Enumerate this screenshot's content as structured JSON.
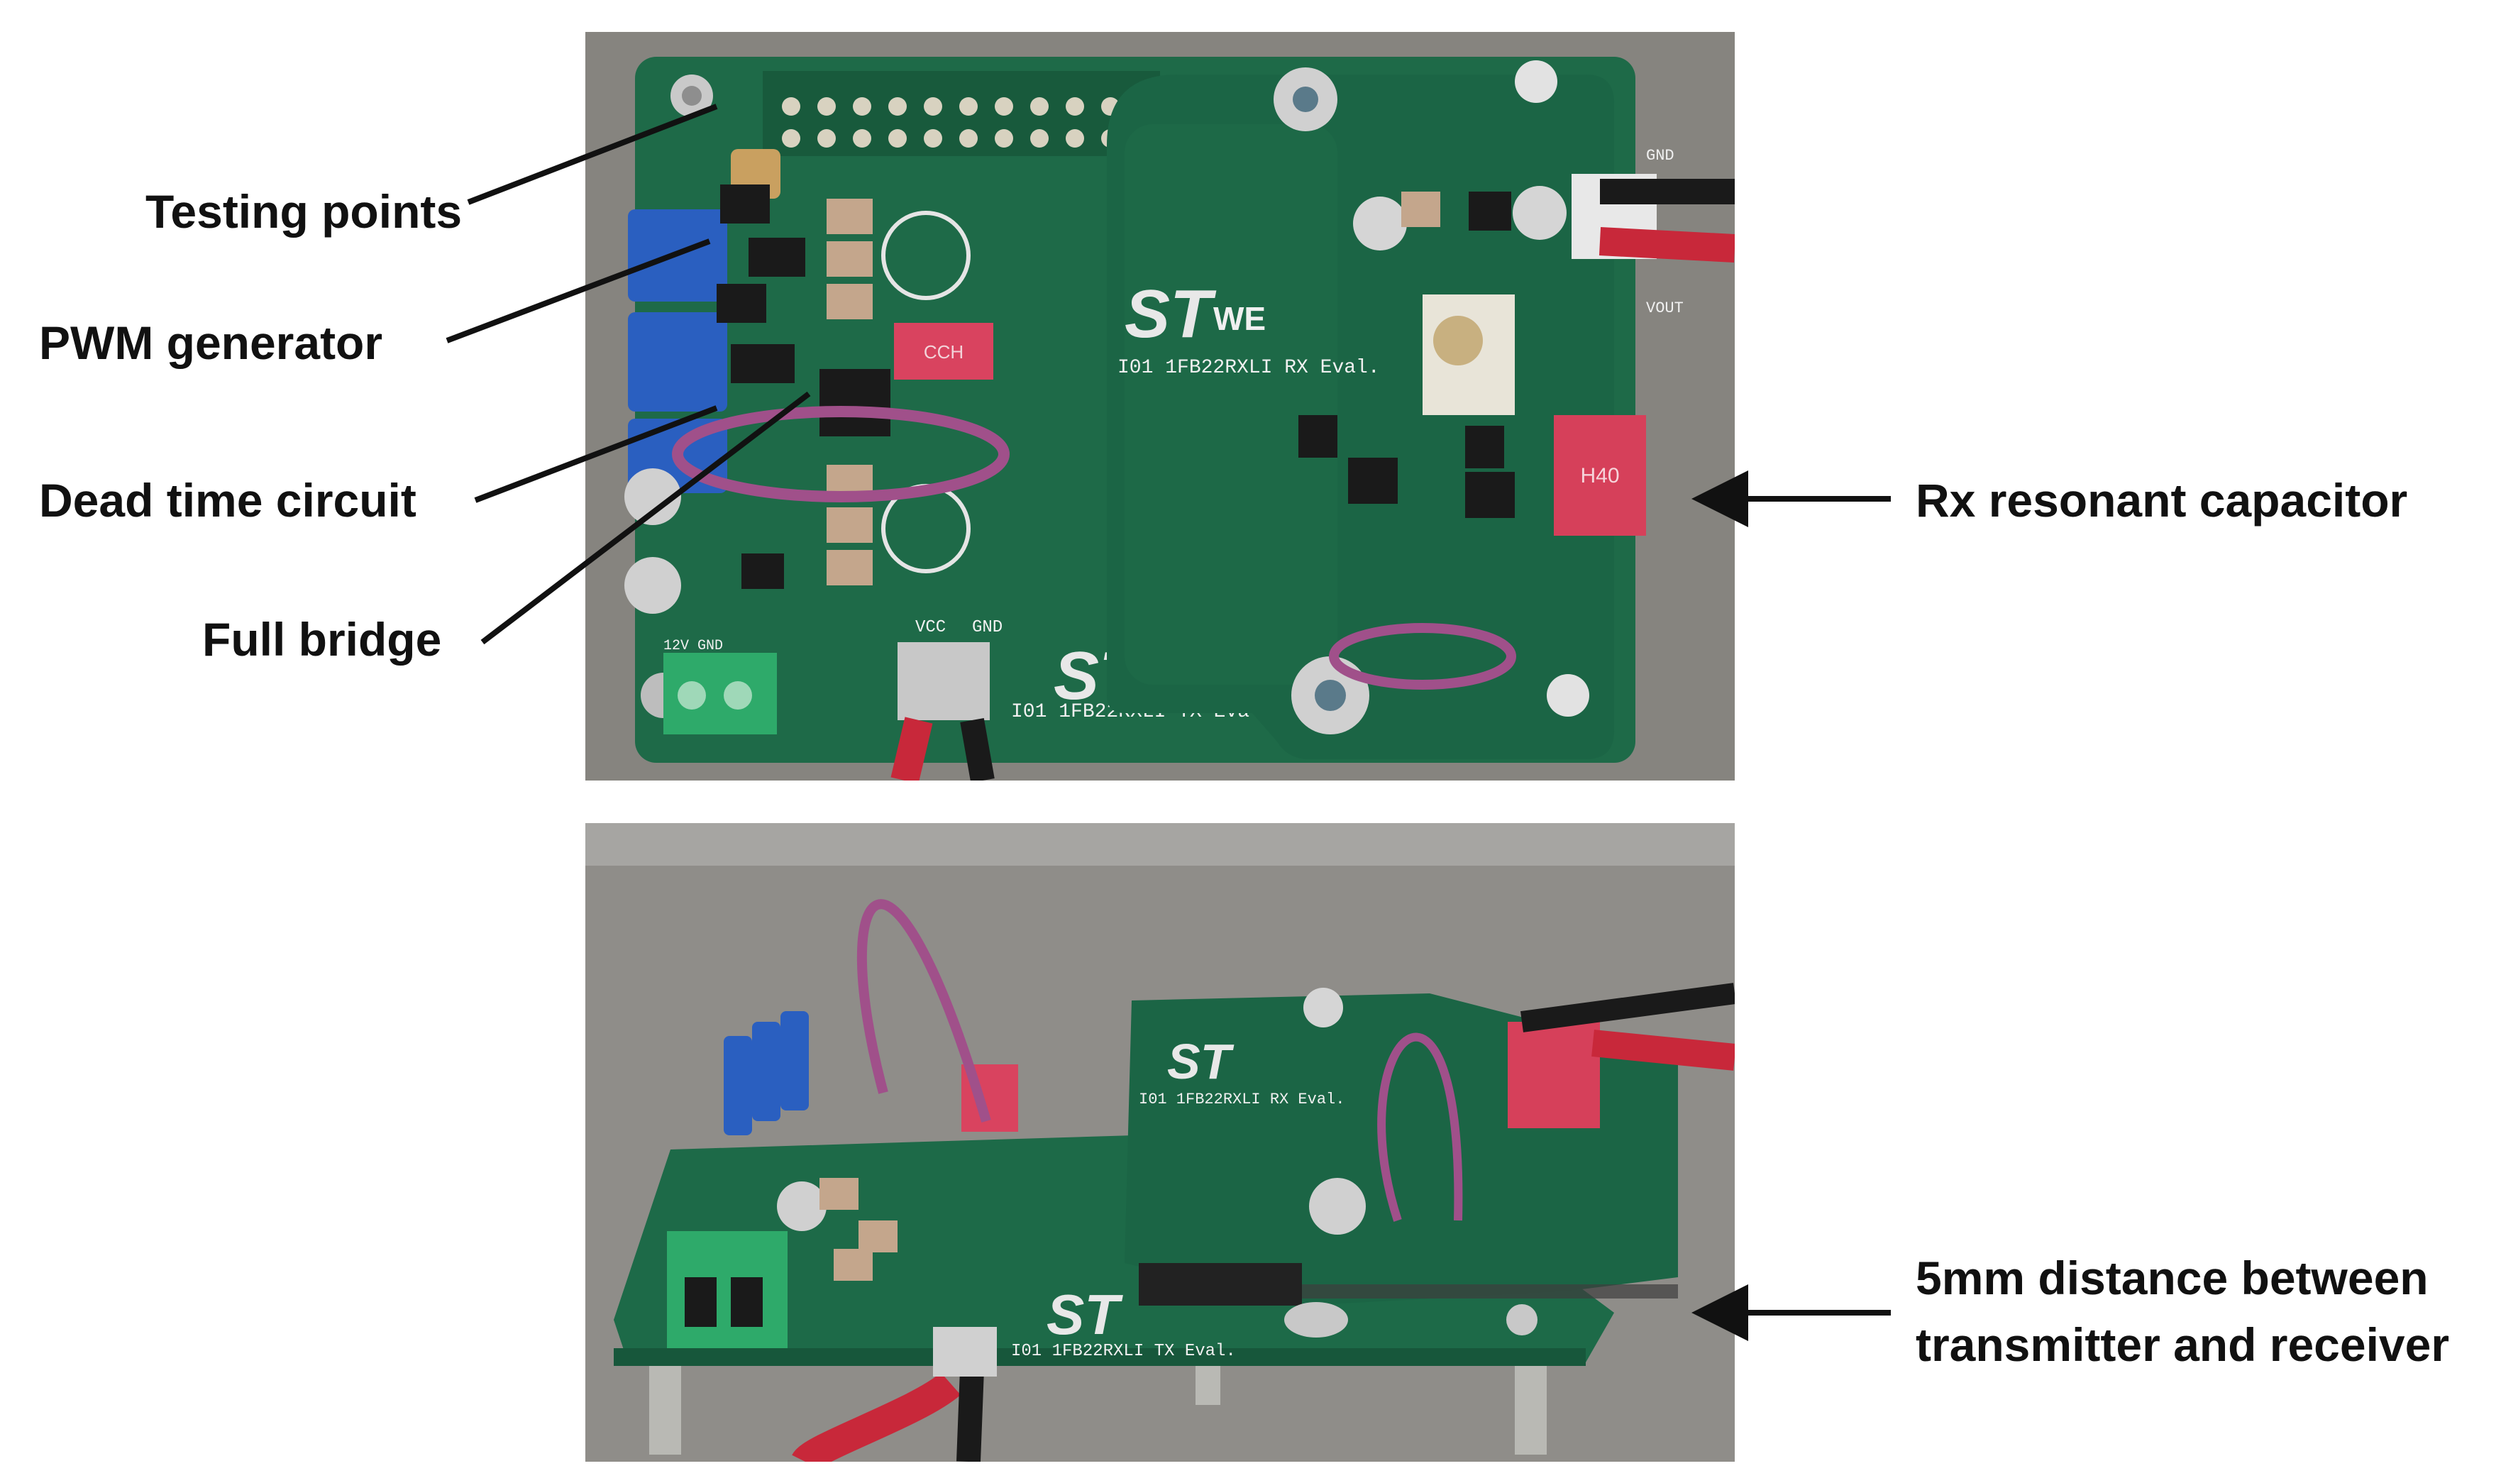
{
  "labels": {
    "testing_points": "Testing points",
    "pwm_generator": "PWM generator",
    "dead_time_circuit": "Dead time circuit",
    "full_bridge": "Full bridge",
    "rx_resonant_capacitor": "Rx resonant capacitor",
    "distance_line1": "5mm distance between",
    "distance_line2": "transmitter and receiver"
  },
  "board_markings": {
    "rx_board": "I01 1FB22RXLI RX Eval.",
    "tx_board": "I01 1FB22RXLI TX Eval.",
    "tx_board_side": "I01 1FB22RXLI TX Eval.",
    "rx_board_side": "I01 1FB22RXLI RX Eval.",
    "vcc": "VCC",
    "gnd": "GND",
    "vout": "VOUT",
    "gnd_out": "GND",
    "supply": "12V  GND",
    "capacitor_code": "CCH",
    "rx_capacitor_code": "H40",
    "st_logo": "ST",
    "we_logo": "WE"
  },
  "colors": {
    "pcb_green": "#1f6b4a",
    "pcb_green_dark": "#17573b",
    "background_gray": "#8c8a86",
    "wire_purple": "#a0508a",
    "wire_red": "#c8283a",
    "cap_red": "#d6405a",
    "trimmer_blue": "#2a5fc0",
    "terminal_green": "#2eaa6a"
  }
}
